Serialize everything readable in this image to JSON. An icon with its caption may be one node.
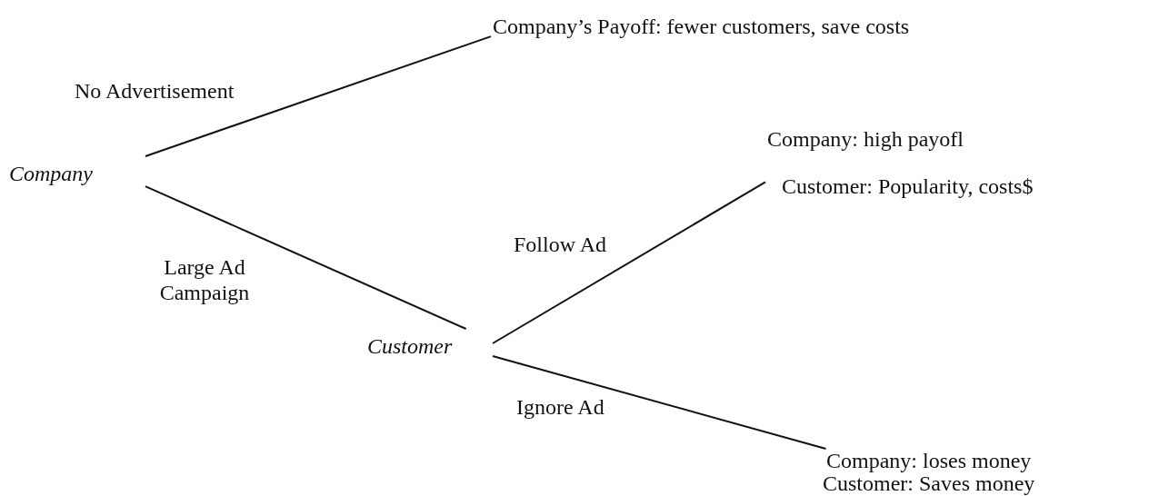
{
  "diagram": {
    "nodes": [
      {
        "text": [
          "Company"
        ]
      },
      {
        "text": [
          "Company’s Payoff: fewer customers, save costs"
        ]
      },
      {
        "text": [
          "Customer"
        ]
      },
      {
        "text": [
          "Company: high payofl",
          "Customer: Popularity, costs$"
        ]
      },
      {
        "text": [
          "Company: loses money",
          "Customer: Saves money"
        ]
      }
    ],
    "edges": [
      {
        "from": 0,
        "to": 1,
        "arrow": "none",
        "label": "No Advertisement"
      },
      {
        "from": 0,
        "to": 2,
        "arrow": "none",
        "label": "Large Ad Campaign"
      },
      {
        "from": 2,
        "to": 3,
        "arrow": "none",
        "label": "Follow Ad"
      },
      {
        "from": 2,
        "to": 4,
        "arrow": "none",
        "label": "Ignore Ad"
      }
    ]
  }
}
